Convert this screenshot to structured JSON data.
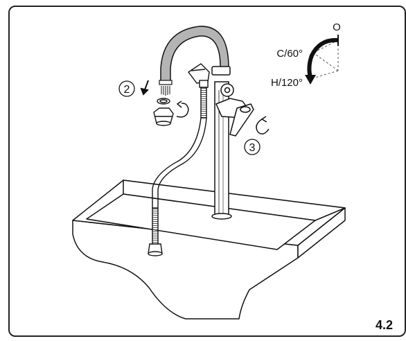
{
  "diagram": {
    "step_2_label": "2",
    "step_3_label": "3",
    "position_open_label": "O",
    "position_cold_label": "C/60°",
    "position_hot_label": "H/120°"
  },
  "page": {
    "number": "4.2"
  },
  "colors": {
    "line": "#111111",
    "spout_fill": "#aaaaaa",
    "hatch": "#555555",
    "background": "#ffffff"
  }
}
